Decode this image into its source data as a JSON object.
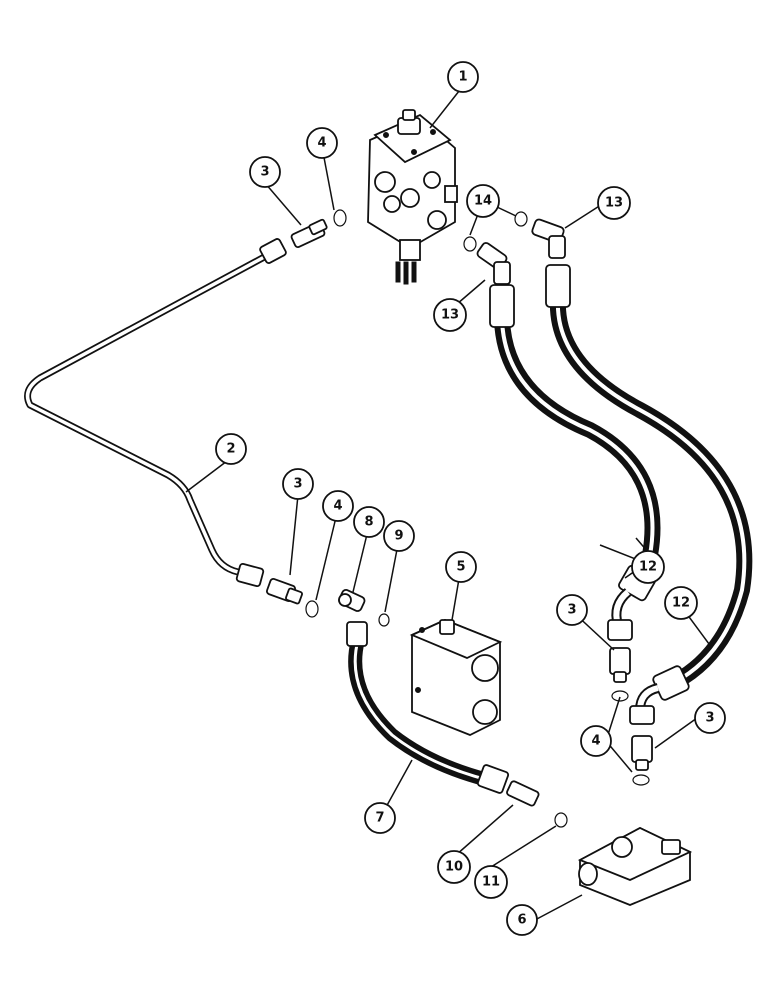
{
  "callouts": {
    "c1": "1",
    "c2": "2",
    "c3a": "3",
    "c3b": "3",
    "c3c": "3",
    "c3d": "3",
    "c4a": "4",
    "c4b": "4",
    "c4c": "4",
    "c5": "5",
    "c6": "6",
    "c7": "7",
    "c8": "8",
    "c9": "9",
    "c10": "10",
    "c11": "11",
    "c12a": "12",
    "c12b": "12",
    "c13a": "13",
    "c13b": "13",
    "c14": "14"
  }
}
